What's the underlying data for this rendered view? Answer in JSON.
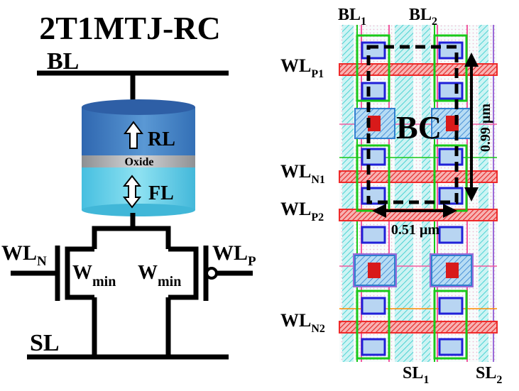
{
  "schematic": {
    "title": "2T1MTJ-RC",
    "bitline": "BL",
    "sourceline": "SL",
    "mtj": {
      "reference_layer": "RL",
      "oxide": "Oxide",
      "free_layer": "FL"
    },
    "nmos": {
      "gate_label": "WL",
      "gate_sub": "N",
      "width": "W",
      "width_sub": "min"
    },
    "pmos": {
      "gate_label": "WL",
      "gate_sub": "P",
      "width": "W",
      "width_sub": "min"
    }
  },
  "layout": {
    "bitlines": [
      {
        "label": "BL",
        "sub": "1"
      },
      {
        "label": "BL",
        "sub": "2"
      }
    ],
    "sourcelines": [
      {
        "label": "SL",
        "sub": "1"
      },
      {
        "label": "SL",
        "sub": "2"
      }
    ],
    "wordlines": [
      {
        "label": "WL",
        "sub": "P1"
      },
      {
        "label": "WL",
        "sub": "N1"
      },
      {
        "label": "WL",
        "sub": "P2"
      },
      {
        "label": "WL",
        "sub": "N2"
      }
    ],
    "cell_label": "BC",
    "height_dim": "0.99 µm",
    "width_dim": "0.51 µm"
  },
  "colors": {
    "mtj_top": "#3f7cc0",
    "mtj_oxide": "#a8aaad",
    "mtj_bottom": "#63cde6",
    "poly": "#ef2a2a",
    "metal_cyan": "#44dcdc",
    "via_blue": "#2020d8",
    "active_green": "#19c919",
    "contact_red": "#d81a1a",
    "diffusion_pink": "#f25aa0"
  }
}
